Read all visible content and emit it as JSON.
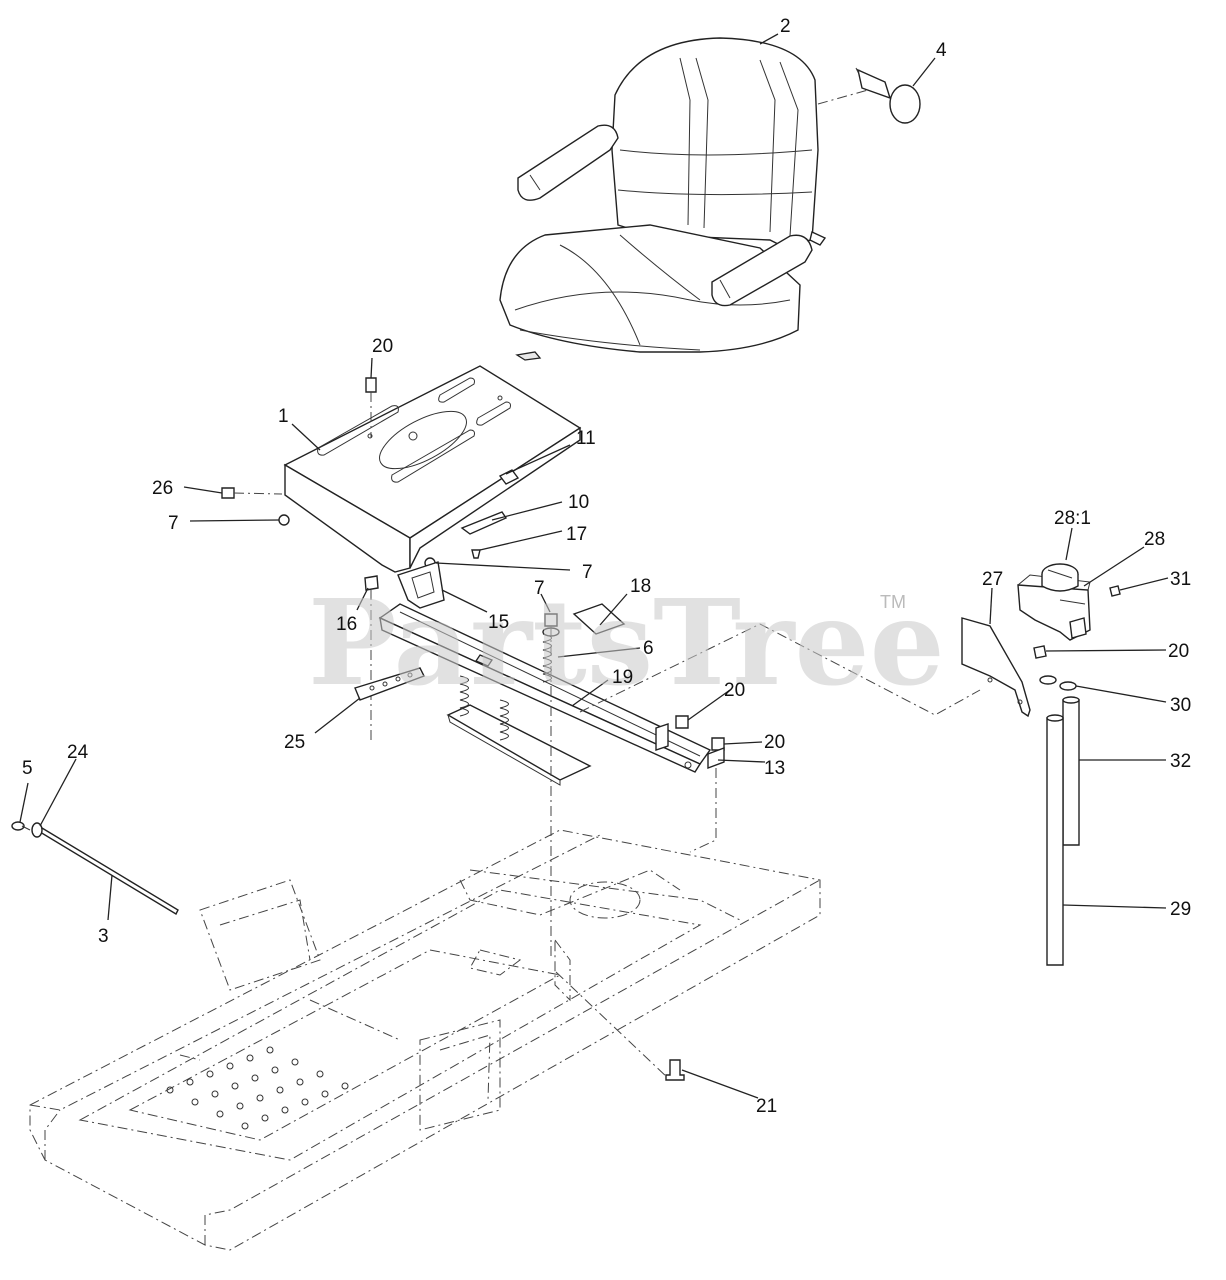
{
  "watermark": {
    "text": "PartsTree",
    "trademark": "TM"
  },
  "callouts": [
    {
      "id": "c2",
      "label": "2"
    },
    {
      "id": "c4",
      "label": "4"
    },
    {
      "id": "c20a",
      "label": "20"
    },
    {
      "id": "c1",
      "label": "1"
    },
    {
      "id": "c26",
      "label": "26"
    },
    {
      "id": "c11",
      "label": "11"
    },
    {
      "id": "c10",
      "label": "10"
    },
    {
      "id": "c7a",
      "label": "7"
    },
    {
      "id": "c17",
      "label": "17"
    },
    {
      "id": "c7b",
      "label": "7"
    },
    {
      "id": "c7c",
      "label": "7"
    },
    {
      "id": "c18",
      "label": "18"
    },
    {
      "id": "c16",
      "label": "16"
    },
    {
      "id": "c15",
      "label": "15"
    },
    {
      "id": "c6",
      "label": "6"
    },
    {
      "id": "c19",
      "label": "19"
    },
    {
      "id": "c25",
      "label": "25"
    },
    {
      "id": "c20b",
      "label": "20"
    },
    {
      "id": "c20c",
      "label": "20"
    },
    {
      "id": "c13",
      "label": "13"
    },
    {
      "id": "c5",
      "label": "5"
    },
    {
      "id": "c24",
      "label": "24"
    },
    {
      "id": "c3",
      "label": "3"
    },
    {
      "id": "c21",
      "label": "21"
    },
    {
      "id": "c28_1",
      "label": "28:1"
    },
    {
      "id": "c28",
      "label": "28"
    },
    {
      "id": "c27",
      "label": "27"
    },
    {
      "id": "c31",
      "label": "31"
    },
    {
      "id": "c20d",
      "label": "20"
    },
    {
      "id": "c30",
      "label": "30"
    },
    {
      "id": "c32",
      "label": "32"
    },
    {
      "id": "c29",
      "label": "29"
    }
  ]
}
